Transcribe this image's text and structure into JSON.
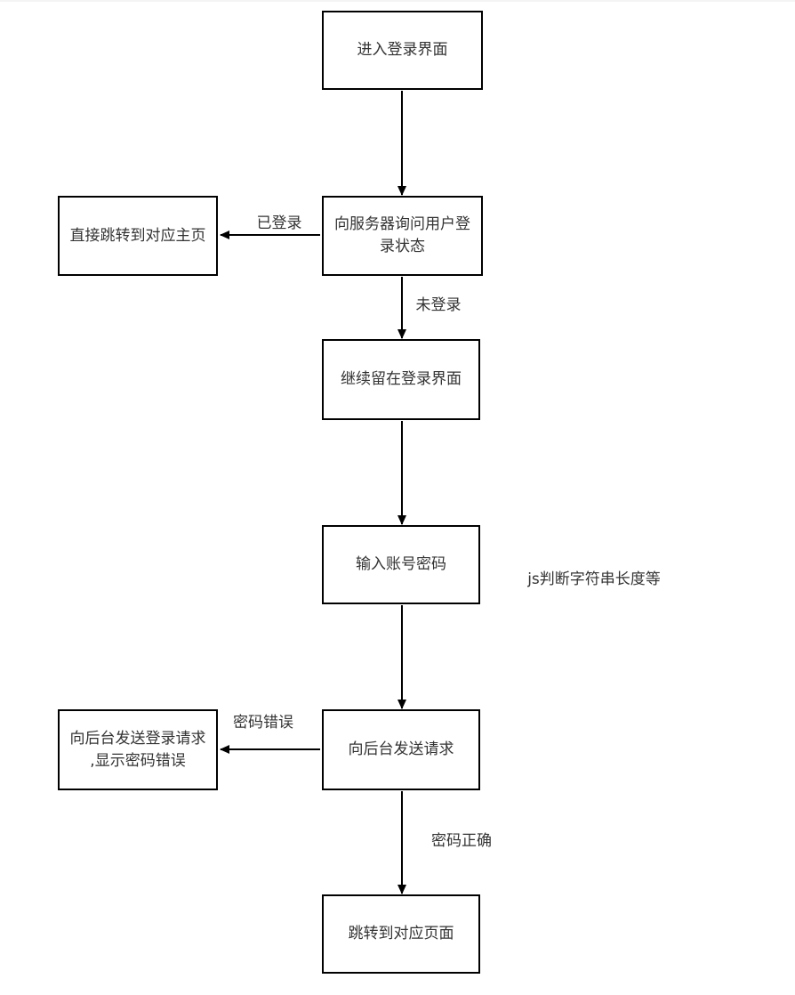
{
  "page": {
    "background": "#ffffff",
    "stroke_color": "#000000",
    "text_color": "#333333"
  },
  "nodes": {
    "enter_login": {
      "label": "进入登录界面"
    },
    "ask_server": {
      "label": "向服务器询问用户登\n录状态"
    },
    "jump_home": {
      "label": "直接跳转到对应主页"
    },
    "stay_login": {
      "label": "继续留在登录界面"
    },
    "input_credentials": {
      "label": "输入账号密码"
    },
    "send_request": {
      "label": "向后台发送请求"
    },
    "send_login_error": {
      "label": "向后台发送登录请求\n,显示密码错误"
    },
    "jump_page": {
      "label": "跳转到对应页面"
    }
  },
  "edge_labels": {
    "logged_in": "已登录",
    "not_logged_in": "未登录",
    "password_wrong": "密码错误",
    "password_correct": "密码正确"
  },
  "annotations": {
    "js_check": "js判断字符串长度等"
  }
}
